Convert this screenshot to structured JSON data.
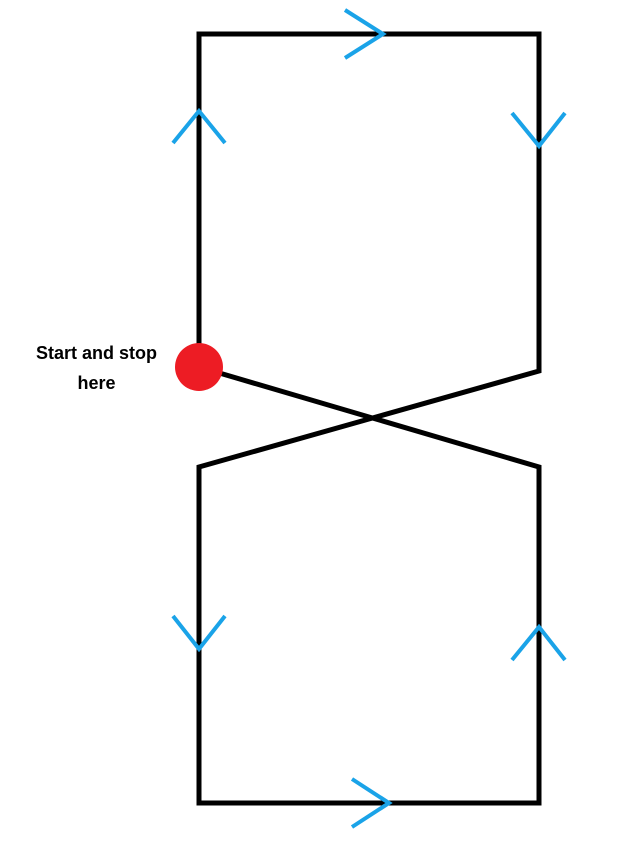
{
  "label": {
    "line1": "Start and stop",
    "line2": "here"
  },
  "colors": {
    "path": "#000000",
    "arrow": "#1aa3e8",
    "marker": "#ed1c24",
    "background": "#ffffff"
  },
  "arrows": [
    {
      "segment": "top",
      "direction": "right",
      "icon": "chevron-right-icon"
    },
    {
      "segment": "upper-left",
      "direction": "up",
      "icon": "chevron-up-icon"
    },
    {
      "segment": "upper-right",
      "direction": "down",
      "icon": "chevron-down-icon"
    },
    {
      "segment": "lower-left",
      "direction": "down",
      "icon": "chevron-down-icon"
    },
    {
      "segment": "lower-right",
      "direction": "up",
      "icon": "chevron-up-icon"
    },
    {
      "segment": "bottom",
      "direction": "right",
      "icon": "chevron-right-icon"
    }
  ]
}
